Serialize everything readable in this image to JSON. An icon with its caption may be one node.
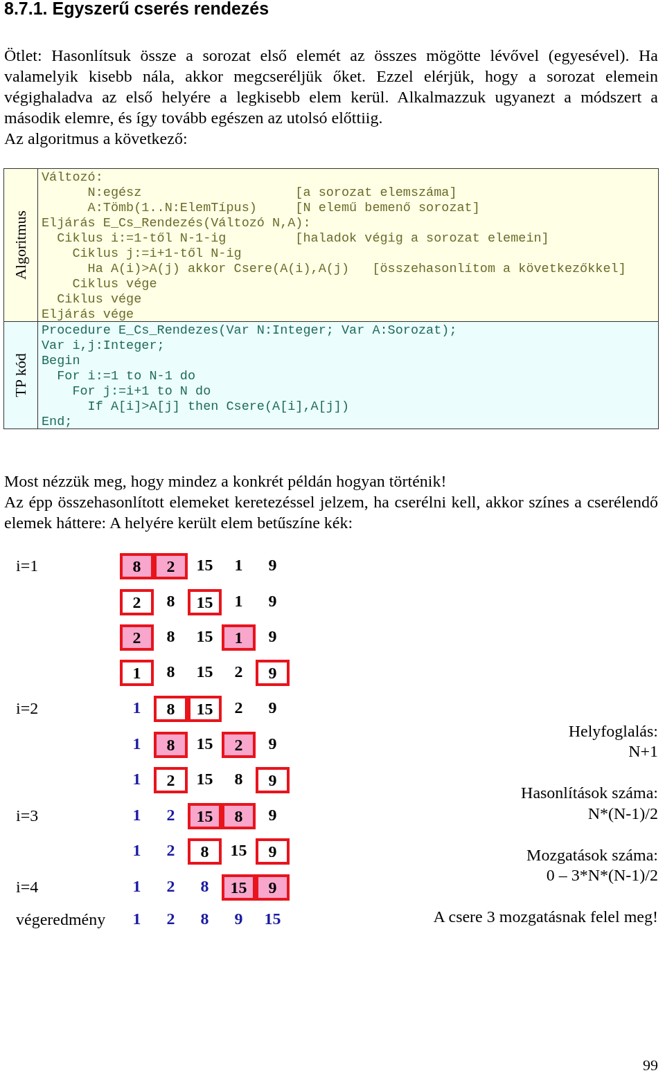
{
  "diagram": {
    "title": "8.7.1. Egyszerű cserés rendezés",
    "labels": [
      "Ötlet: Hasonlítsuk össze a sorozat első elemét az összes mögötte lévővel (egyesével). Ha valamelyik kisebb nála, akkor megcseréljük őket. Ezzel elérjük, hogy a sorozat elemein végighaladva az első helyére a legkisebb elem kerül. Alkalmazzuk ugyanezt a módszert a második elemre, és így tovább egészen az utolsó előttiig.",
      "Az algoritmus a következő:",
      "Algoritmus",
      "Változó:",
      "N:egész",
      "[a sorozat elemszáma]",
      "A:Tömb(1..N:ElemTípus)",
      "[N elemű bemenő sorozat]",
      "Eljárás E_Cs_Rendezés(Változó N,A):",
      "Ciklus i:=1-től N-1-ig",
      "[haladok végig a sorozat elemein]",
      "Ciklus j:=i+1-től N-ig",
      "Ha A(i)>A(j) akkor Csere(A(i),A(j)",
      "[összehasonlítom a következőkkel]",
      "Ciklus vége",
      "Ciklus vége",
      "Eljárás vége",
      "TP kód",
      "Procedure E_Cs_Rendezes(Var N:Integer; Var A:Sorozat);",
      "Var i,j:Integer;",
      "Begin",
      "For i:=1 to N-1 do",
      "For j:=i+1 to N do",
      "If A[i]>A[j] then Csere(A[i],A[j])",
      "End;",
      "Most nézzük meg, hogy mindez a konkrét példán hogyan történik!",
      "Az épp összehasonlított elemeket keretezéssel jelzem, ha cserélni kell, akkor színes a cserélendő elemek háttere: A helyére került elem betűszíne kék:",
      "i=1",
      "8",
      "2",
      "15",
      "1",
      "9",
      "2",
      "8",
      "15",
      "1",
      "9",
      "2",
      "8",
      "15",
      "1",
      "9",
      "1",
      "8",
      "15",
      "2",
      "9",
      "i=2",
      "1",
      "8",
      "15",
      "2",
      "9",
      "1",
      "8",
      "15",
      "2",
      "9",
      "1",
      "2",
      "15",
      "8",
      "9",
      "i=3",
      "1",
      "2",
      "15",
      "8",
      "9",
      "1",
      "2",
      "8",
      "15",
      "9",
      "i=4",
      "1",
      "2",
      "8",
      "15",
      "9",
      "végeredmény",
      "1",
      "2",
      "8",
      "9",
      "15",
      "Helyfoglalás:",
      "N+1",
      "Hasonlítások száma:",
      "N*(N-1)/2",
      "Mozgatások száma:",
      "0 – 3*N*(N-1)/2",
      "A csere 3 mozgatásnak felel meg!",
      "99"
    ]
  }
}
